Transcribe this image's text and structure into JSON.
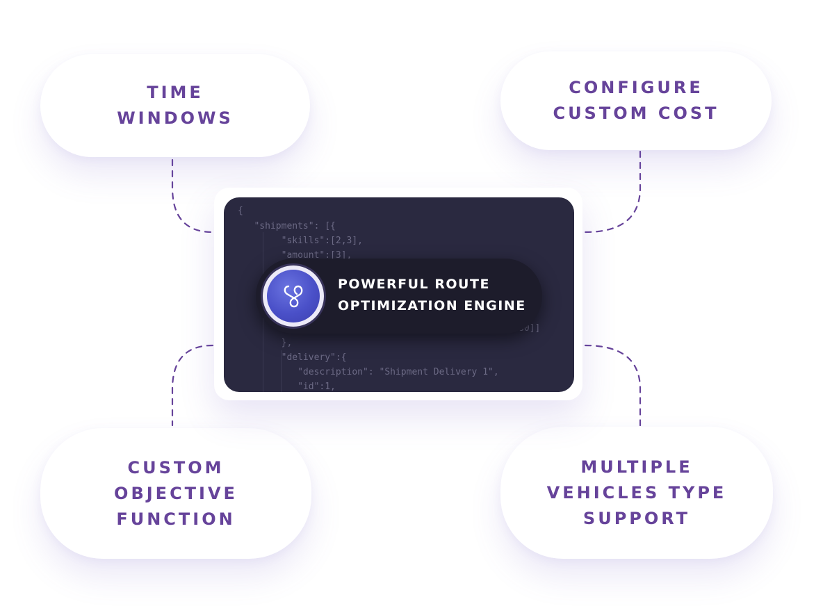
{
  "features": {
    "top_left": [
      "TIME",
      "WINDOWS"
    ],
    "top_right": [
      "CONFIGURE",
      "CUSTOM COST"
    ],
    "bottom_left": [
      "CUSTOM",
      "OBJECTIVE",
      "FUNCTION"
    ],
    "bottom_right": [
      "MULTIPLE",
      "VEHICLES TYPE",
      "SUPPORT"
    ]
  },
  "engine": {
    "title_lines": [
      "POWERFUL ROUTE",
      "OPTIMIZATION ENGINE"
    ],
    "logo_icon": "infinity-route-icon"
  },
  "code": {
    "lines": [
      "{",
      "   \"shipments\": [{",
      "        \"skills\":[2,3],",
      "        \"amount\":[3],",
      "80]]",
      "        },",
      "        \"delivery\":{",
      "           \"description\": \"Shipment Delivery 1\",",
      "           \"id\":1,"
    ]
  },
  "colors": {
    "accent_purple": "#66439a",
    "panel_dark": "#2a2940",
    "badge_dark": "#1d1c2b",
    "logo_blue": "#4a50c8",
    "connector": "#66439a"
  }
}
